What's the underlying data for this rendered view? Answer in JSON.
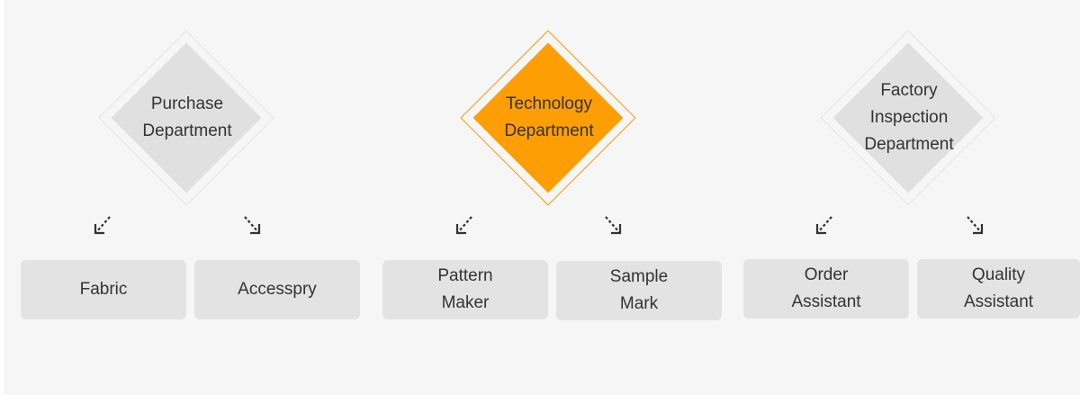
{
  "departments": [
    {
      "label": "Purchase\nDepartment",
      "active": false,
      "children": [
        "Fabric",
        "Accesspry"
      ]
    },
    {
      "label": "Technology\nDepartment",
      "active": true,
      "children": [
        "Pattern\nMaker",
        "Sample\nMark"
      ]
    },
    {
      "label": "Factory\nInspection\nDepartment",
      "active": false,
      "children": [
        "Order\nAssistant",
        "Quality\nAssistant"
      ]
    }
  ],
  "colors": {
    "accent": "#fd9e04",
    "node_fill": "#e0e0e0",
    "box_fill": "#e3e3e3",
    "text": "#333333",
    "arrow": "#333333"
  }
}
